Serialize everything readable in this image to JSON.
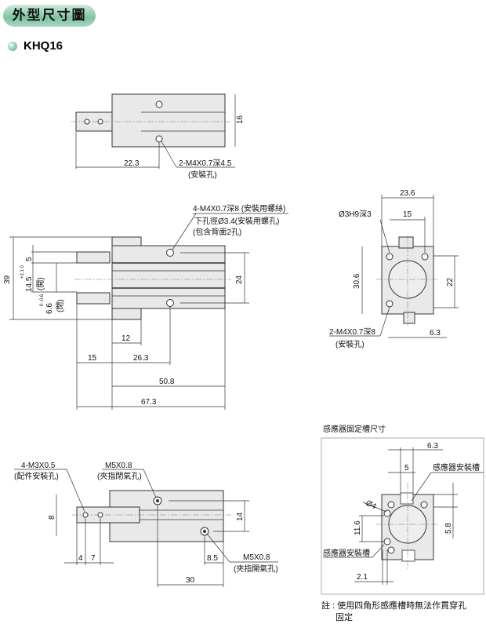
{
  "header": {
    "title": "外型尺寸圖",
    "model": "KHQ16"
  },
  "top_view": {
    "dim_width": "16",
    "dim_len": "22.3",
    "note1": "2-M4X0.7深4.5",
    "note2": "(安裝孔)"
  },
  "side_view": {
    "note1": "4-M4X0.7深8 (安裝用螺絲)",
    "note2": "下孔徑Ø3.4(安裝用螺孔)",
    "note3": "(包含背面2孔)",
    "d39": "39",
    "d5": "5",
    "d145": "14.5",
    "d145_tol": "+2.1 0",
    "d145_note": "(開)",
    "d66": "6.6",
    "d66_tol": "0 -0.6",
    "d66_note": "(閉)",
    "d24": "24",
    "d12": "12",
    "d15": "15",
    "d263": "26.3",
    "d508": "50.8",
    "d673": "67.3"
  },
  "end_view": {
    "d236": "23.6",
    "d15": "15",
    "d306": "30.6",
    "d22": "22",
    "d63": "6.3",
    "note_pin": "Ø3H9深3",
    "note_m4": "2-M4X0.7深8",
    "note_m4b": "(安裝孔)"
  },
  "bottom_view": {
    "m3": "4-M3X0.5",
    "m3b": "(配件安裝孔)",
    "m5a": "M5X0.8",
    "m5a_b": "(夾指閉氣孔)",
    "m5b": "M5X0.8",
    "m5b_b": "(夾指開氣孔)",
    "d8": "8",
    "d14": "14",
    "d4": "4",
    "d7": "7",
    "d85": "8.5",
    "d30": "30"
  },
  "sensor": {
    "title": "感應器固定槽尺寸",
    "d63": "6.3",
    "d5": "5",
    "slot1": "感應器安裝槽",
    "slot2": "感應器安裝槽",
    "d4": "Ø4",
    "d116": "11.6",
    "d58": "5.8",
    "d21": "2.1",
    "note": "註 : 使用四角形感應槽時無法作貫穿孔",
    "note2": "固定"
  }
}
